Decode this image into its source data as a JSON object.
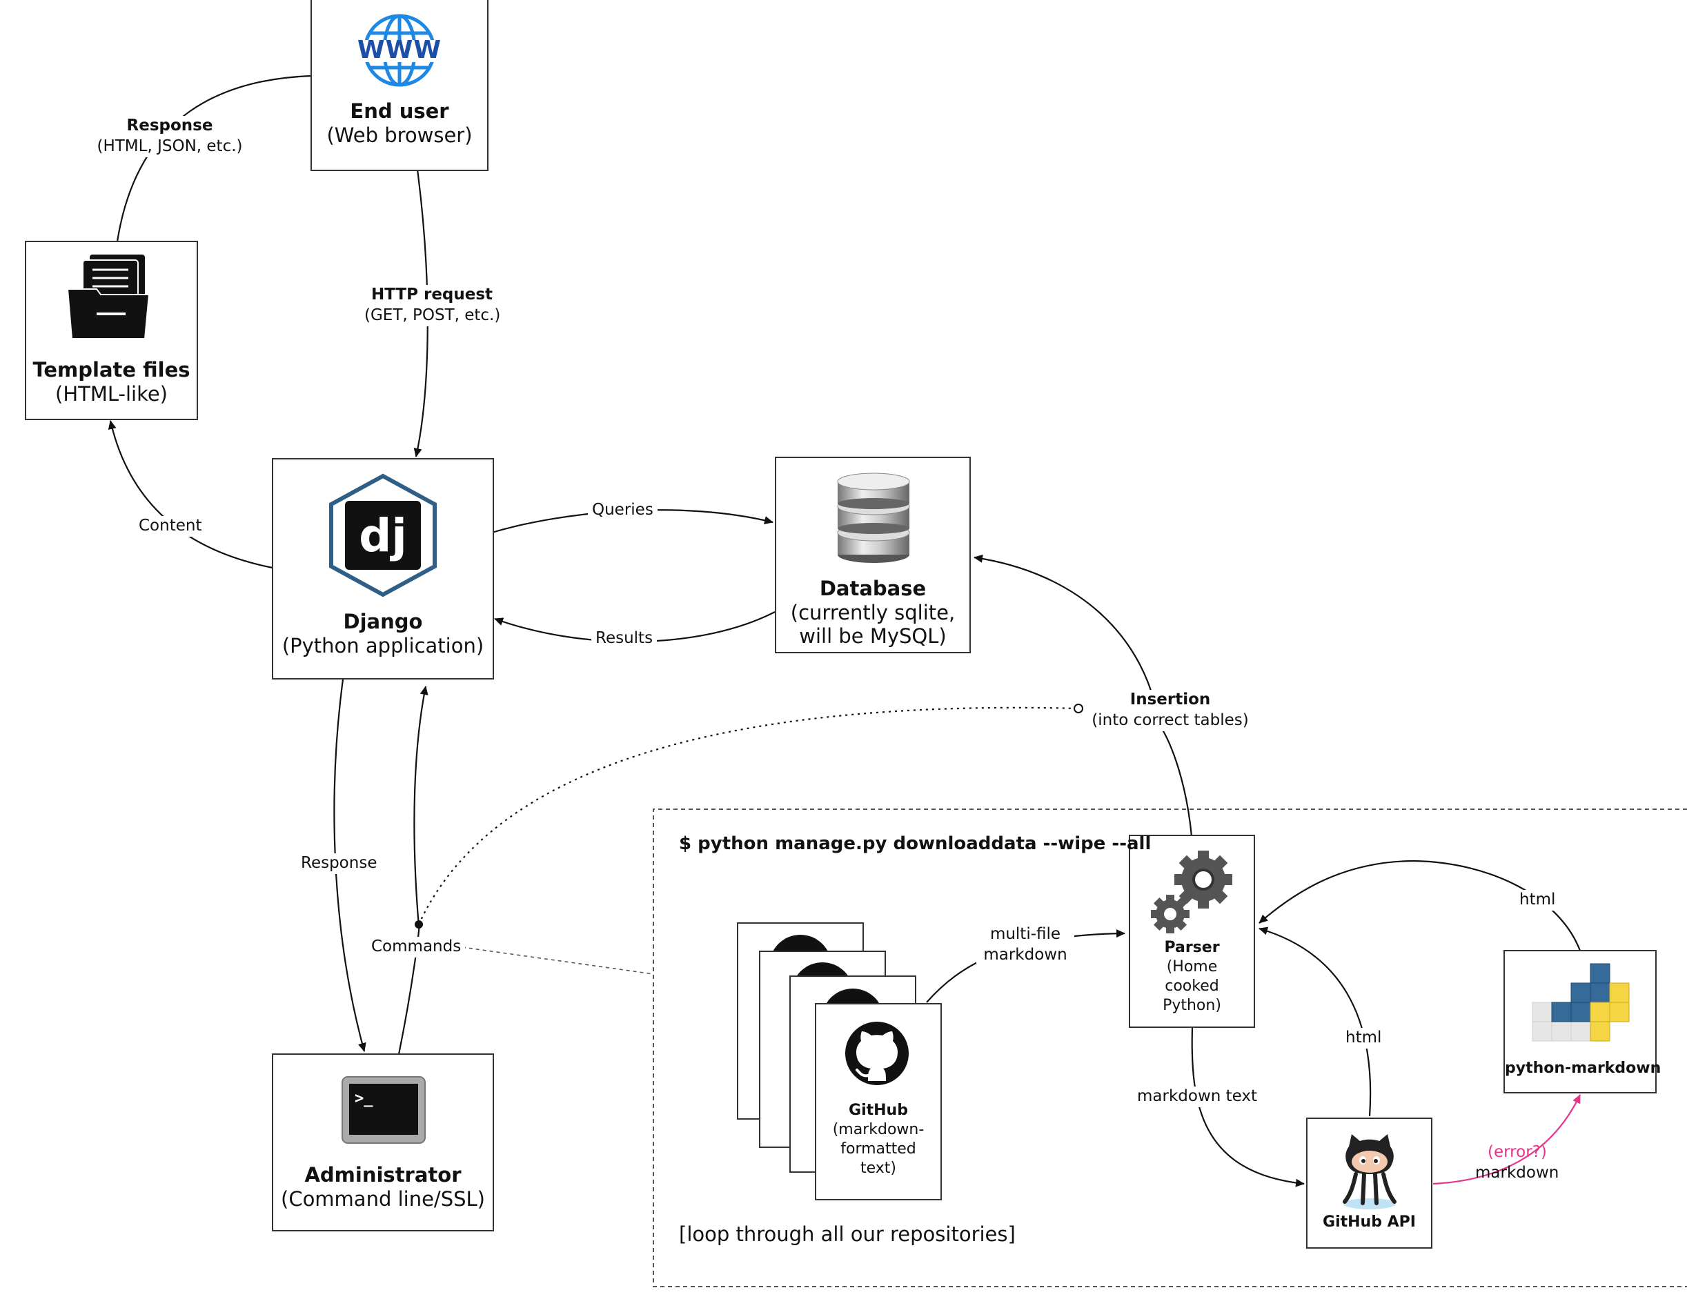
{
  "nodes": {
    "end_user": {
      "title": "End user",
      "subtitle": "(Web browser)",
      "icon_text": "WWW"
    },
    "template_files": {
      "title": "Template files",
      "subtitle": "(HTML-like)"
    },
    "django": {
      "title": "Django",
      "subtitle": "(Python application)",
      "icon_text": "dj"
    },
    "database": {
      "title": "Database",
      "subtitle_line1": "(currently sqlite,",
      "subtitle_line2": "will be MySQL)"
    },
    "administrator": {
      "title": "Administrator",
      "subtitle": "(Command line/SSL)"
    },
    "parser": {
      "title": "Parser",
      "sub1": "(Home",
      "sub2": "cooked",
      "sub3": "Python)"
    },
    "github_files": {
      "title": "GitHub",
      "sub1": "(markdown-",
      "sub2": "formatted",
      "sub3": "text)"
    },
    "github_api": {
      "title": "GitHub API"
    },
    "python_markdown": {
      "title": "python-markdown"
    }
  },
  "edges": {
    "response_top": {
      "bold": "Response",
      "detail": "(HTML, JSON, etc.)"
    },
    "http_request": {
      "bold": "HTTP request",
      "detail": "(GET, POST, etc.)"
    },
    "content": "Content",
    "queries": "Queries",
    "results": "Results",
    "response_admin": "Response",
    "commands": "Commands",
    "insertion": {
      "bold": "Insertion",
      "detail": "(into correct tables)"
    },
    "multi_file": {
      "line1": "multi-file",
      "line2": "markdown"
    },
    "markdown_text": "markdown text",
    "html_api": "html",
    "html_pm": "html",
    "error": "(error?)",
    "markdown": "markdown"
  },
  "command_box": {
    "command": "$ python manage.py downloaddata --wipe --all",
    "note": "[loop through all our repositories]"
  },
  "colors": {
    "pink": "#e8338a",
    "border": "#333333",
    "www_blue": "#1e88e5",
    "django_ring": "#2f5f86"
  }
}
